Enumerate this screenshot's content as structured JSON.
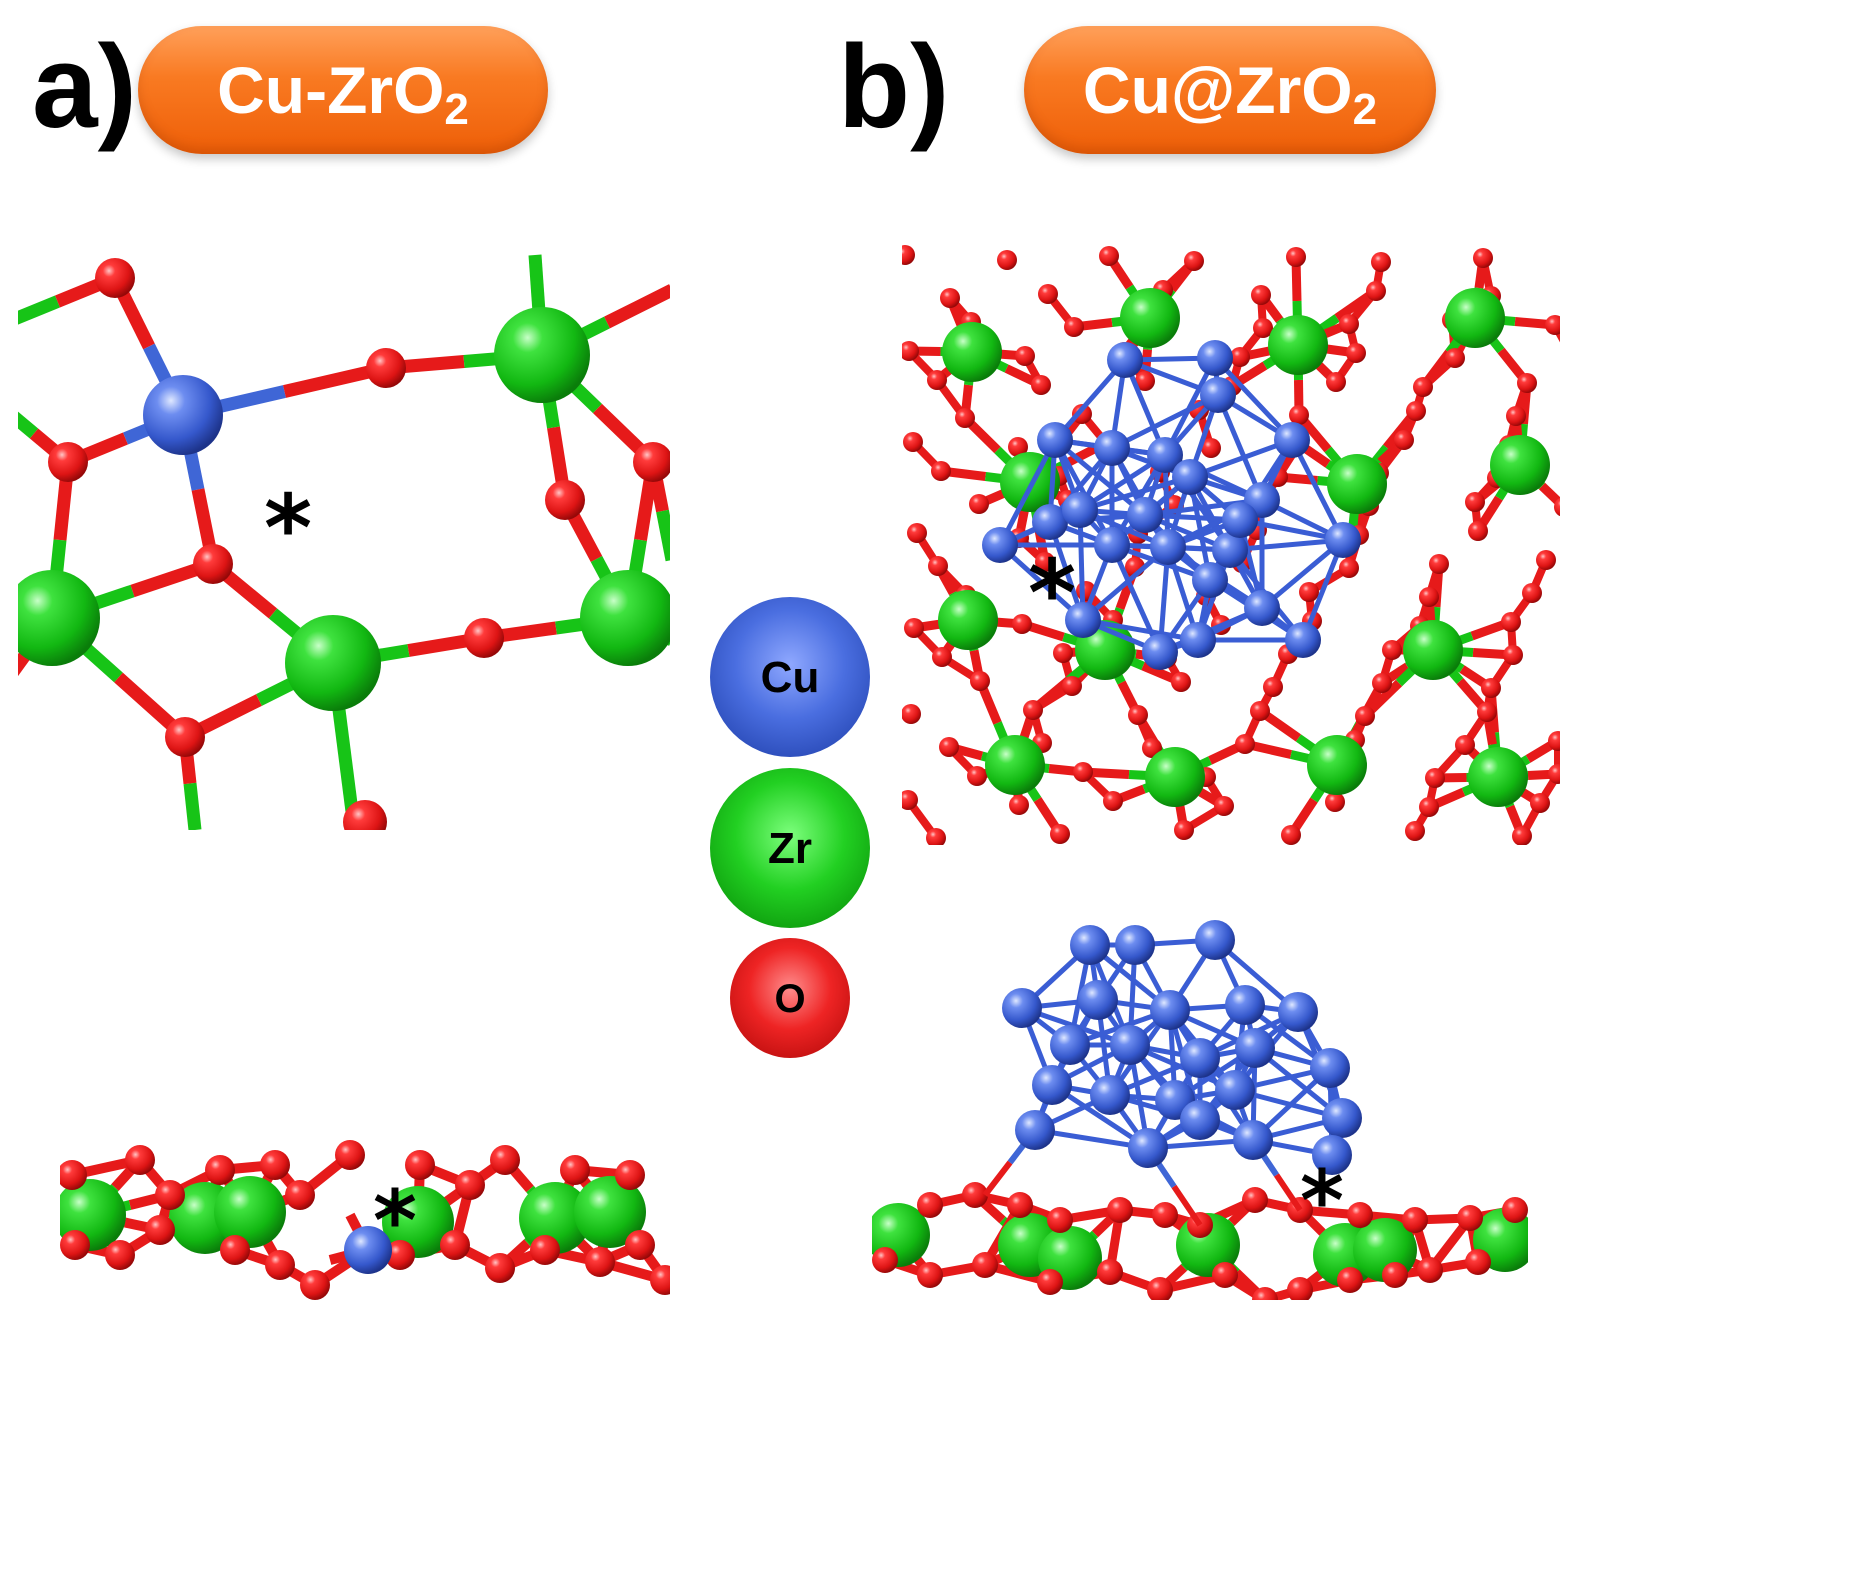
{
  "panels": [
    {
      "letter": "a)",
      "label_main": "Cu-ZrO",
      "label_sub": "2"
    },
    {
      "letter": "b)",
      "label_main": "Cu@ZrO",
      "label_sub": "2"
    }
  ],
  "legend": [
    {
      "symbol": "Cu",
      "color": "#3f66d6",
      "element": "copper"
    },
    {
      "symbol": "Zr",
      "color": "#17c417",
      "element": "zirconium"
    },
    {
      "symbol": "O",
      "color": "#e61a1a",
      "element": "oxygen"
    }
  ],
  "site_marker": "*",
  "colors": {
    "cu": "#3f66d6",
    "zr": "#17c417",
    "o": "#e61a1a",
    "pill": "#f97a22"
  }
}
